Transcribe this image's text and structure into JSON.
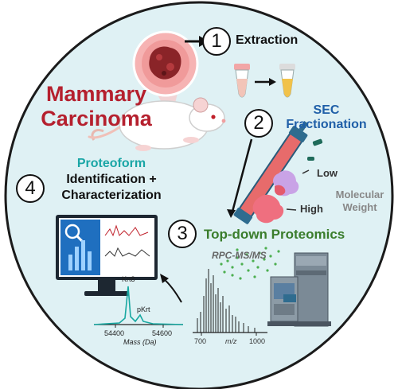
{
  "title_lines": [
    "Mammary",
    "Carcinoma"
  ],
  "steps": [
    {
      "number": "1",
      "label_lines": [
        "Extraction"
      ]
    },
    {
      "number": "2",
      "label_lines": [
        "SEC",
        "Fractionation"
      ]
    },
    {
      "number": "3",
      "label_lines": [
        "Top-down Proteomics"
      ]
    },
    {
      "number": "4",
      "highlight": "Proteoform",
      "label_lines": [
        "Identification +",
        "Characterization"
      ]
    }
  ],
  "sec_labels": {
    "low": "Low",
    "high": "High",
    "axis_lines": [
      "Molecular",
      "Weight"
    ]
  },
  "ms_spectrum": {
    "title": "RPC-MS/MS",
    "xlabel": "m/z",
    "ticks": [
      "700",
      "1000"
    ]
  },
  "deconvoluted": {
    "peak_main": "Krt8",
    "peak_minor": "pKrt",
    "ticks": [
      "54400",
      "54600"
    ],
    "xlabel": "Mass (Da)"
  },
  "colors": {
    "title": "#b5202e",
    "teal": "#1aa6a6",
    "blue_label": "#1f5fa8",
    "green_label": "#3a7d2c",
    "circle_fill": "#dff1f4"
  }
}
